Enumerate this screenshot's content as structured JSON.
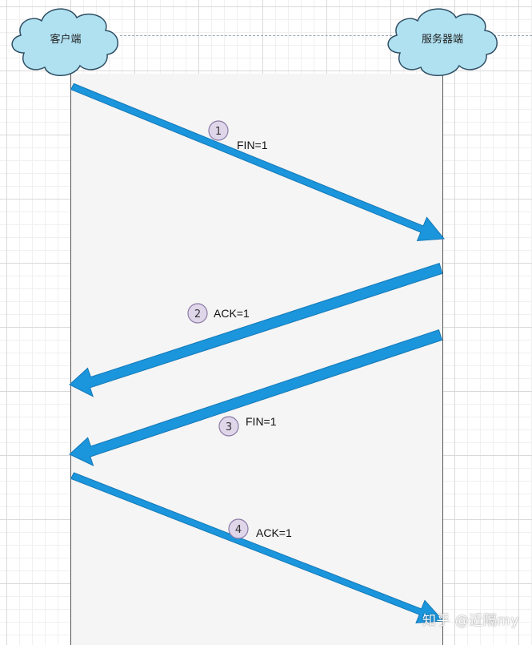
{
  "actors": {
    "client": "客户端",
    "server": "服务器端"
  },
  "messages": [
    {
      "step": "1",
      "label": "FIN=1",
      "direction": "client-to-server"
    },
    {
      "step": "2",
      "label": "ACK=1",
      "direction": "server-to-client"
    },
    {
      "step": "3",
      "label": "FIN=1",
      "direction": "server-to-client"
    },
    {
      "step": "4",
      "label": "ACK=1",
      "direction": "client-to-server"
    }
  ],
  "watermark": "知乎 @近隔my",
  "colors": {
    "arrow": "#1b95db",
    "arrow_stroke": "#1479b8",
    "cloud_fill": "#b0e1f1",
    "cloud_stroke": "#2f4f64",
    "step_circle_fill": "#e0d6ea",
    "step_circle_stroke": "#8b7aa6"
  }
}
